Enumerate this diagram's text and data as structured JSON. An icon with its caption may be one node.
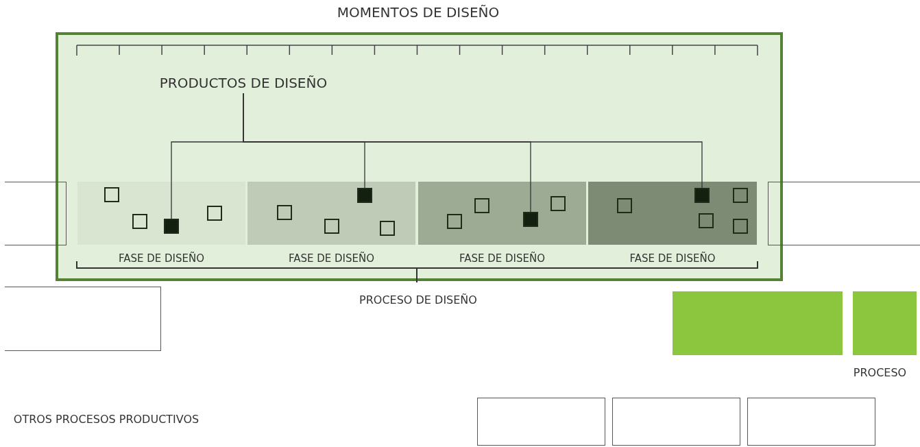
{
  "diagram": {
    "nodes": [
      {
        "text": [],
        "shape": "box"
      },
      {
        "text": [
          "PRODUCTOS DE DISEÑO"
        ],
        "in": 0
      },
      {
        "text": [
          "FASE DE DISEÑO"
        ],
        "in": 0
      },
      {
        "text": [
          "FASE DE DISEÑO"
        ],
        "in": 0
      },
      {
        "text": [
          "FASE DE DISEÑO"
        ],
        "in": 0
      },
      {
        "text": [
          "FASE DE DISEÑO"
        ],
        "in": 0
      },
      {
        "text": [],
        "shape": "box",
        "in": 2
      },
      {
        "text": [],
        "shape": "box",
        "in": 2
      },
      {
        "text": [],
        "shape": "box",
        "in": 2
      },
      {
        "text": [],
        "shape": "box",
        "in": 2
      },
      {
        "text": [],
        "shape": "box",
        "in": 3
      },
      {
        "text": [],
        "shape": "box",
        "in": 3
      },
      {
        "text": [],
        "shape": "box",
        "in": 3
      },
      {
        "text": [],
        "shape": "box",
        "in": 3
      },
      {
        "text": [],
        "shape": "box",
        "in": 4
      },
      {
        "text": [],
        "shape": "box",
        "in": 4
      },
      {
        "text": [],
        "shape": "box",
        "in": 4
      },
      {
        "text": [],
        "shape": "box",
        "in": 4
      },
      {
        "text": [],
        "shape": "box",
        "in": 5
      },
      {
        "text": [],
        "shape": "box",
        "in": 5
      },
      {
        "text": [],
        "shape": "box",
        "in": 5
      },
      {
        "text": [],
        "shape": "box",
        "in": 5
      },
      {
        "text": [],
        "shape": "box",
        "in": 5
      },
      {
        "text": [],
        "shape": "box"
      },
      {
        "text": [],
        "shape": "box"
      },
      {
        "text": [],
        "shape": "box"
      },
      {
        "text": [],
        "shape": "box"
      },
      {
        "text": [],
        "shape": "box"
      },
      {
        "text": [],
        "shape": "box"
      },
      {
        "text": [],
        "shape": "box"
      },
      {
        "text": [],
        "shape": "box"
      }
    ],
    "edges": [
      {
        "from": 1,
        "to": 8,
        "arrow": "none"
      },
      {
        "from": 1,
        "to": 12,
        "arrow": "none"
      },
      {
        "from": 1,
        "to": 16,
        "arrow": "none"
      },
      {
        "from": 1,
        "to": 19,
        "arrow": "none"
      }
    ],
    "labels": [
      "MOMENTOS DE DISEÑO",
      "PROCESO DE DISEÑO",
      "PROCESO",
      "OTROS PROCESOS PRODUCTIVOS"
    ]
  }
}
